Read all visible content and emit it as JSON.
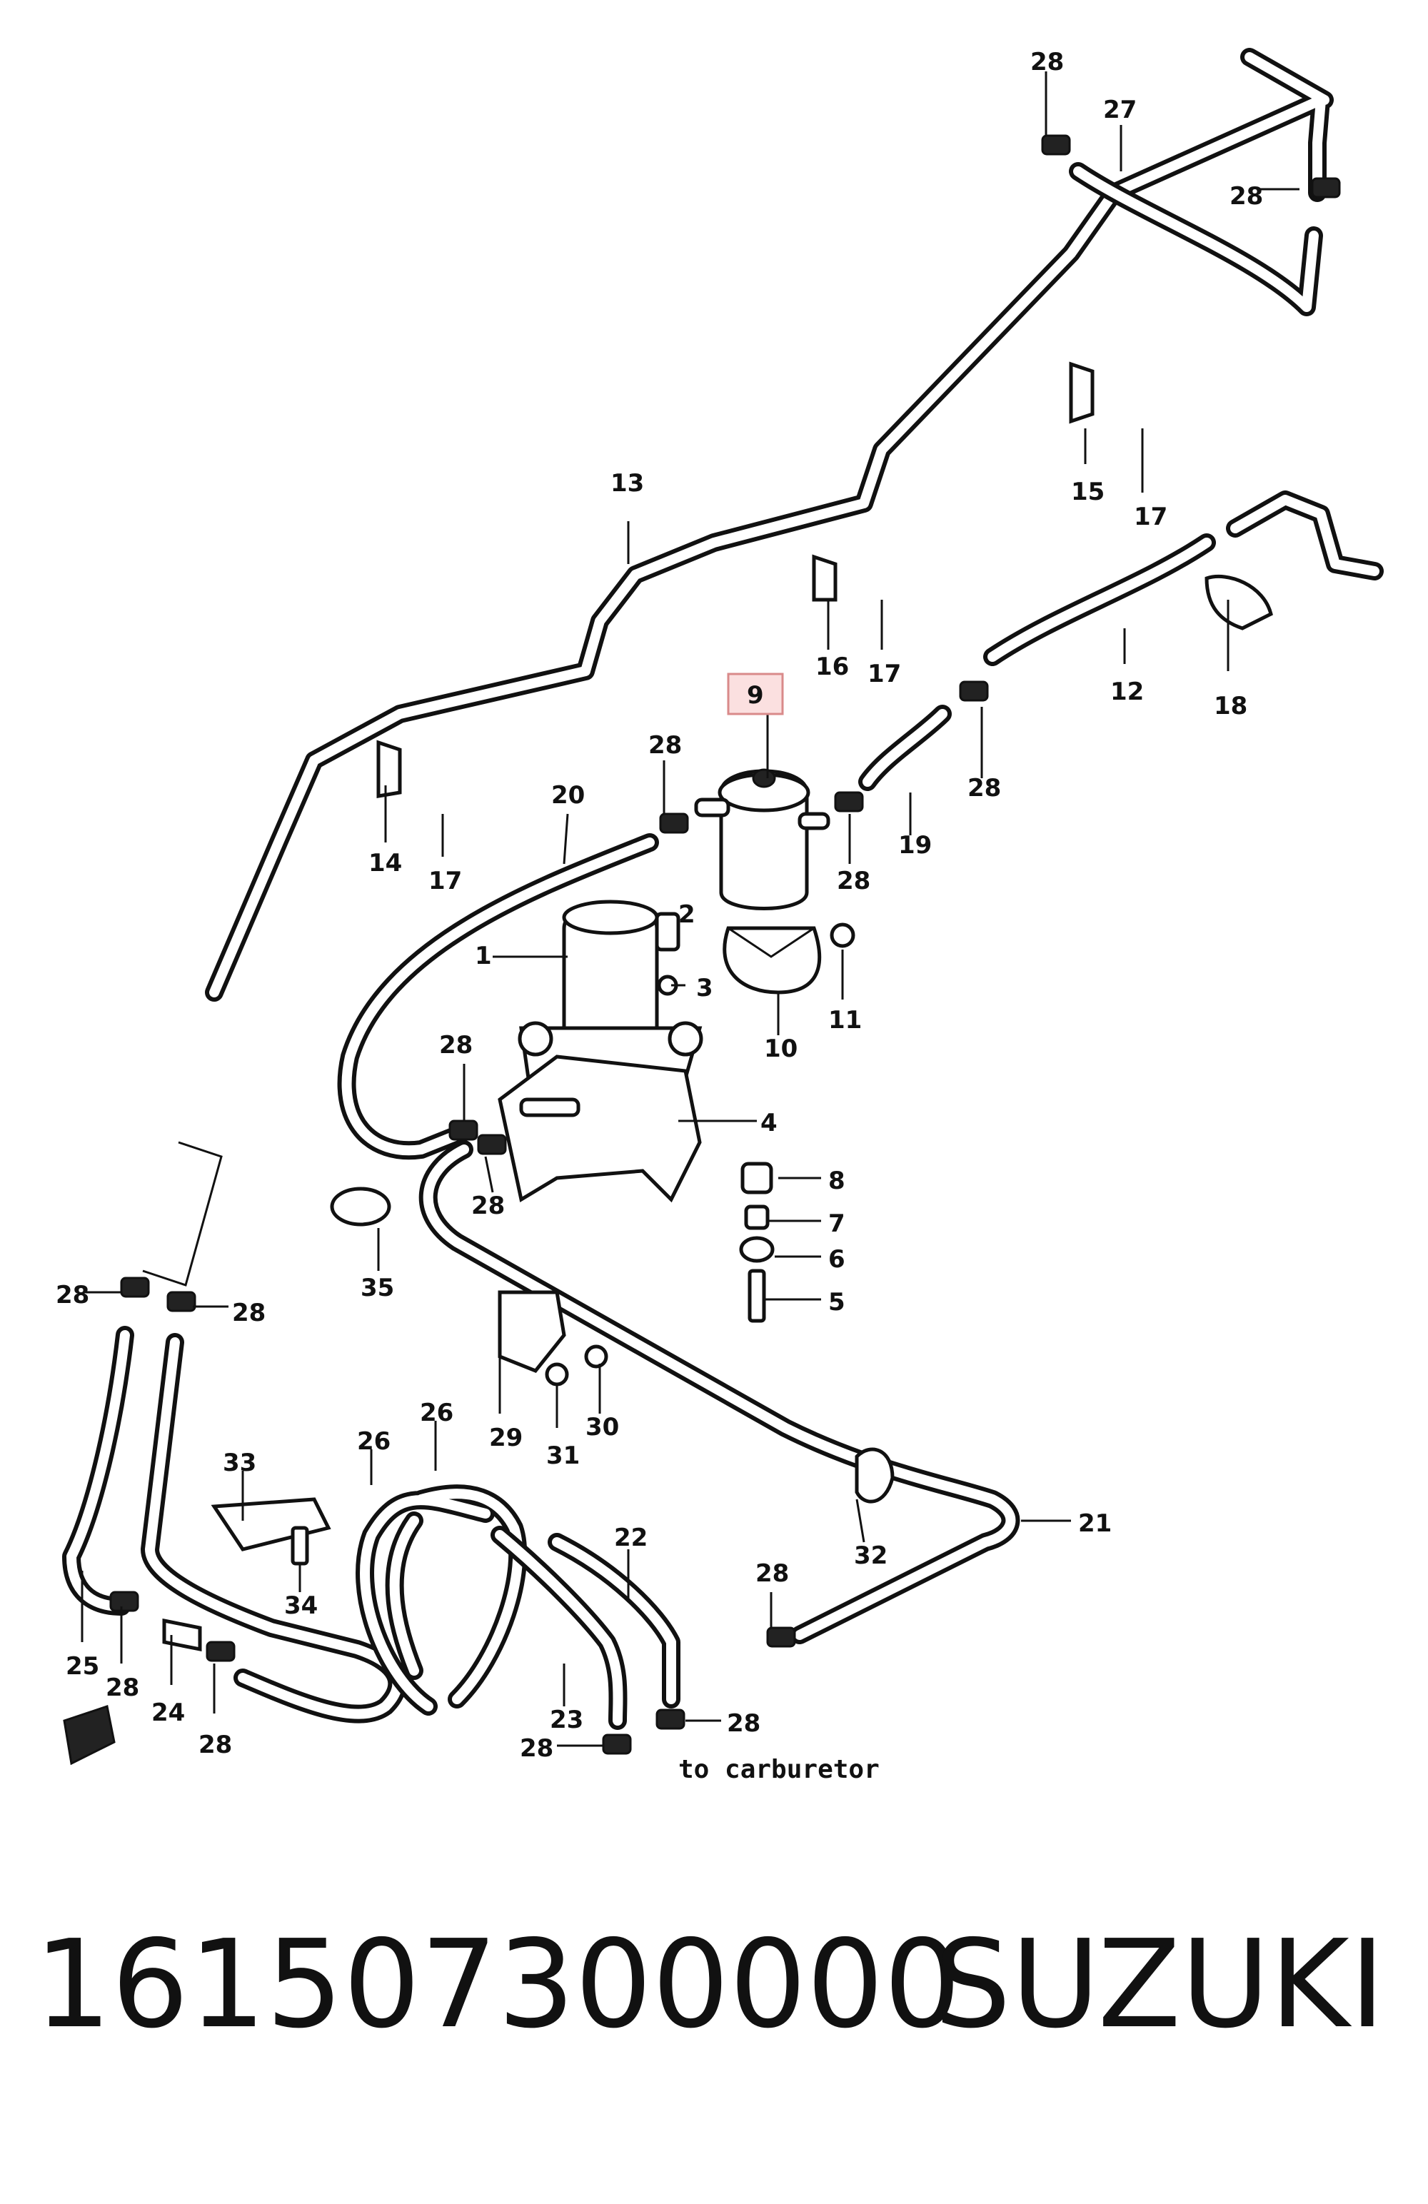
{
  "diagram": {
    "highlighted_callout": "9",
    "callouts": [
      "28",
      "27",
      "28",
      "15",
      "17",
      "13",
      "16",
      "17",
      "12",
      "18",
      "9",
      "28",
      "20",
      "19",
      "28",
      "14",
      "17",
      "28",
      "2",
      "1",
      "3",
      "11",
      "10",
      "28",
      "4",
      "28",
      "8",
      "35",
      "7",
      "6",
      "28",
      "28",
      "5",
      "29",
      "31",
      "30",
      "33",
      "26",
      "26",
      "22",
      "21",
      "34",
      "28",
      "25",
      "28",
      "24",
      "28",
      "23",
      "28",
      "28",
      "32"
    ],
    "note": "to carburetor"
  },
  "footer": {
    "part_number": "161507300000",
    "brand": "SUZUKI"
  }
}
